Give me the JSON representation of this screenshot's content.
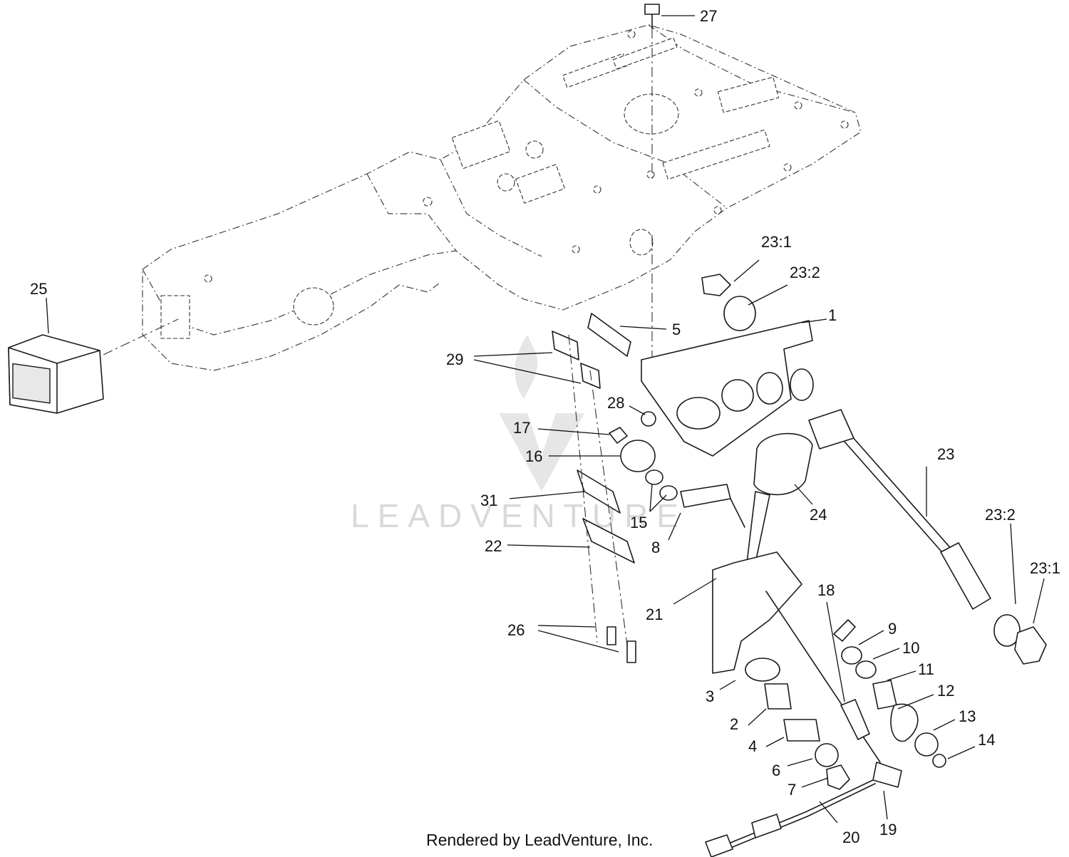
{
  "diagram": {
    "callouts": {
      "c1": "1",
      "c2": "2",
      "c3": "3",
      "c4": "4",
      "c5": "5",
      "c6": "6",
      "c7": "7",
      "c8": "8",
      "c9": "9",
      "c10": "10",
      "c11": "11",
      "c12": "12",
      "c13": "13",
      "c14": "14",
      "c15": "15",
      "c16": "16",
      "c17": "17",
      "c18": "18",
      "c19": "19",
      "c20": "20",
      "c21": "21",
      "c22": "22",
      "c23": "23",
      "c23_1a": "23:1",
      "c23_2a": "23:2",
      "c23_2b": "23:2",
      "c23_1b": "23:1",
      "c24": "24",
      "c25": "25",
      "c26": "26",
      "c27": "27",
      "c28": "28",
      "c29": "29",
      "c31": "31"
    },
    "watermark": "LEADVENTURE",
    "footer": "Rendered by LeadVenture, Inc."
  }
}
